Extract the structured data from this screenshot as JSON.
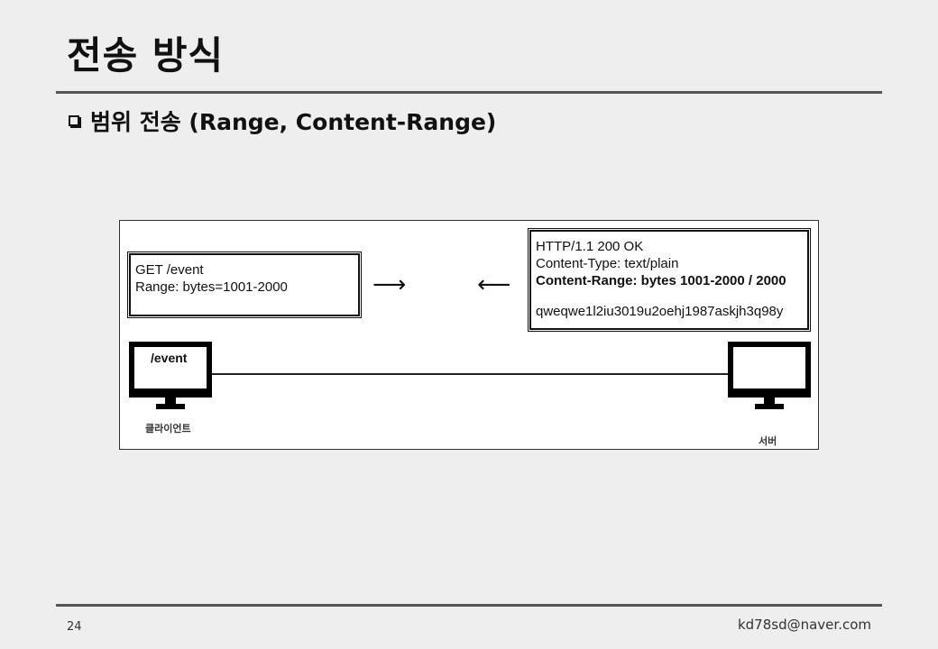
{
  "slide": {
    "title": "전송 방식",
    "subtitle": "범위 전송 (Range, Content-Range)"
  },
  "diagram": {
    "request": {
      "line1": "GET /event",
      "line2": "Range: bytes=1001-2000"
    },
    "response": {
      "line1": "HTTP/1.1 200 OK",
      "line2": "Content-Type: text/plain",
      "line3": "Content-Range: bytes 1001-2000 / 2000",
      "line4": "qweqwe1l2iu3019u2oehj1987askjh3q98y"
    },
    "client": {
      "screen_text": "/event",
      "caption": "클라이언트"
    },
    "server": {
      "caption": "서버"
    },
    "arrow_right": "⟶",
    "arrow_left": "⟵"
  },
  "footer": {
    "page_number": "24",
    "email": "kd78sd@naver.com"
  }
}
